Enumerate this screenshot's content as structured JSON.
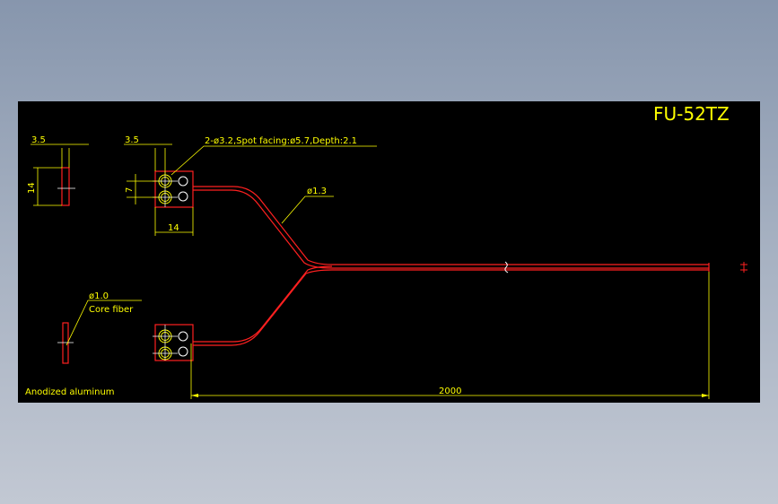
{
  "drawing": {
    "title": "FU-52TZ",
    "material_note": "Anodized aluminum",
    "dimensions": {
      "side_width": "3.5",
      "side_height": "14",
      "head_width_left": "3.5",
      "head_pitch": "7",
      "head_width": "14",
      "hole_spec": "2-ø3.2,Spot facing:ø5.7,Depth:2.1",
      "cable_diameter": "ø1.3",
      "core_diameter": "ø1.0",
      "core_label": "Core fiber",
      "length": "2000"
    }
  },
  "colors": {
    "background": "#000000",
    "dimension": "#ffff00",
    "outline": "#ff2020",
    "centerline": "#ffffff"
  }
}
